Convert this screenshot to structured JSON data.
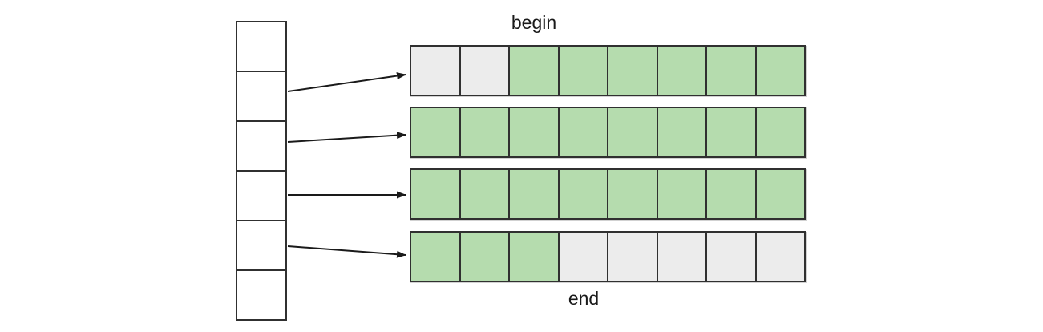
{
  "diagram": {
    "description": "deque internal structure: map of pointers to fixed-size chunks",
    "labels": {
      "begin": "begin",
      "end": "end"
    },
    "colors": {
      "filled": "#b5dcae",
      "empty": "#ececec",
      "map_cell": "#ffffff",
      "border": "#303030",
      "arrow": "#1a1a1a",
      "background": "#ffffff",
      "text": "#1a1a1a"
    },
    "map": {
      "cells": 6,
      "pointer_source_indices": [
        1,
        2,
        3,
        4
      ]
    },
    "cells_per_chunk": 8,
    "chunks": [
      {
        "cells": [
          "empty",
          "empty",
          "filled",
          "filled",
          "filled",
          "filled",
          "filled",
          "filled"
        ]
      },
      {
        "cells": [
          "filled",
          "filled",
          "filled",
          "filled",
          "filled",
          "filled",
          "filled",
          "filled"
        ]
      },
      {
        "cells": [
          "filled",
          "filled",
          "filled",
          "filled",
          "filled",
          "filled",
          "filled",
          "filled"
        ]
      },
      {
        "cells": [
          "filled",
          "filled",
          "filled",
          "empty",
          "empty",
          "empty",
          "empty",
          "empty"
        ]
      }
    ],
    "arrows": [
      {
        "from_map_index": 1,
        "to_chunk_index": 0
      },
      {
        "from_map_index": 2,
        "to_chunk_index": 1
      },
      {
        "from_map_index": 3,
        "to_chunk_index": 2
      },
      {
        "from_map_index": 4,
        "to_chunk_index": 3
      }
    ],
    "begin_points_to": {
      "chunk_index": 0,
      "cell_index": 2
    },
    "end_points_to": {
      "chunk_index": 3,
      "cell_index": 3
    }
  }
}
